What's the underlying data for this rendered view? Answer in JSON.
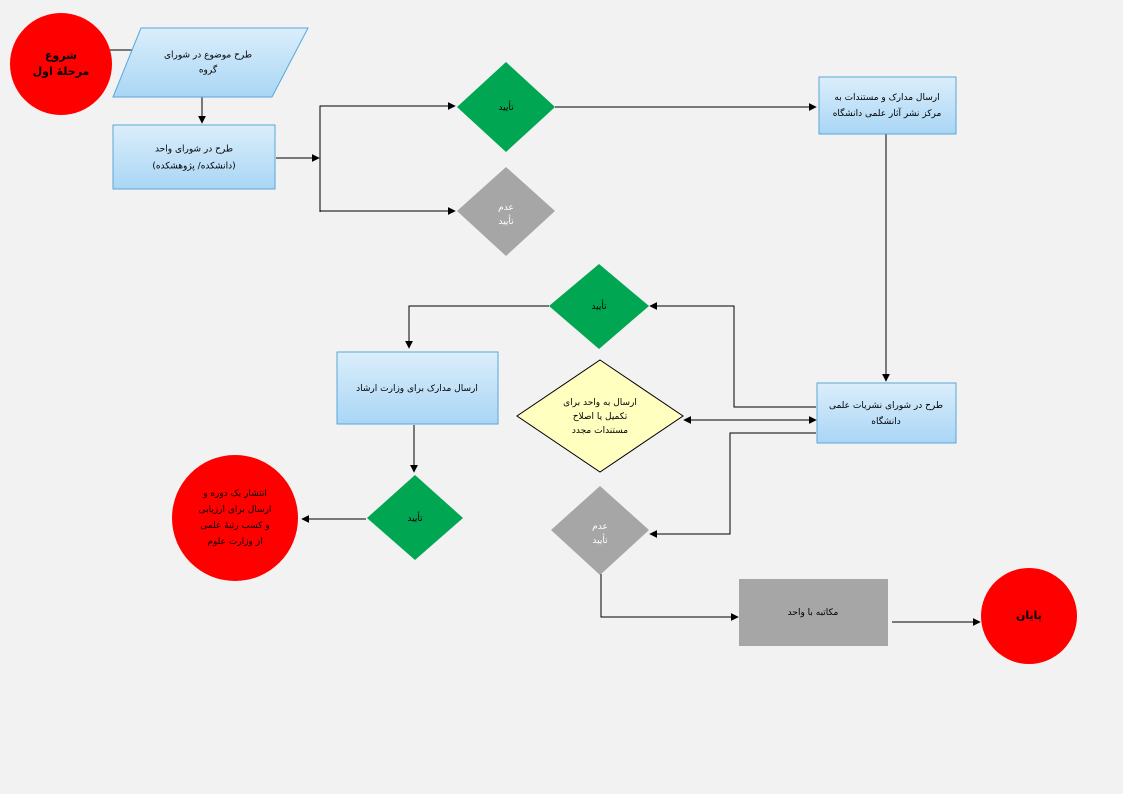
{
  "colors": {
    "start_end": "#ff0000",
    "process_fill_top": "#dbeefb",
    "process_fill_bottom": "#a9d6f5",
    "process_border": "#5aa7d8",
    "approve": "#00a651",
    "reject": "#a6a6a6",
    "revise": "#ffffc0",
    "revise_border": "#000000",
    "reply_box": "#a6a6a6",
    "background": "#f2f2f2"
  },
  "nodes": {
    "start": [
      "شروع",
      "مرحلهٔ اول"
    ],
    "group_council": [
      "طرح  موضوع در شورای",
      "گروه"
    ],
    "unit_council": [
      "طرح در شورای واحد",
      "(دانشکده/ پژوهشکده)"
    ],
    "approve_1": [
      "تأیید"
    ],
    "reject_1": [
      "عدم",
      "تأیید"
    ],
    "send_center": [
      "ارسال مدارک و مستندات به",
      "مرکز نشر آثار علمی دانشگاه"
    ],
    "publications_council": [
      "طرح در شورای نشریات علمی",
      "دانشگاه"
    ],
    "approve_2": [
      "تأیید"
    ],
    "revise": [
      "ارسال به واحد برای",
      "تکمیل یا اصلاح",
      "مستندات مجدد"
    ],
    "reject_2": [
      "عدم",
      "تأیید"
    ],
    "send_ministry": [
      "ارسال مدارک برای وزارت ارشاد"
    ],
    "approve_3": [
      "تأیید"
    ],
    "publish": [
      "انتشار یک دوره و",
      "ارسال برای ارزیابی",
      "و کسب رتبهٔ علمی",
      "از وزارت علوم"
    ],
    "reply_unit": [
      "مکاتبه با واحد"
    ],
    "end": [
      "پایان"
    ]
  }
}
